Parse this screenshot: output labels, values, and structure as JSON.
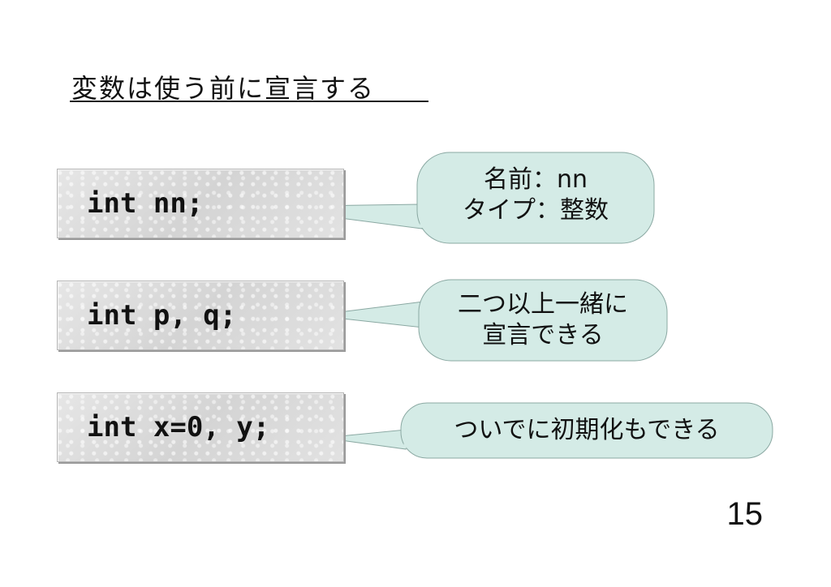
{
  "slide": {
    "title": "変数は使う前に宣言する",
    "page_number": "15"
  },
  "code_lines": [
    "int nn;",
    "int p, q;",
    "int x=0, y;"
  ],
  "callouts": [
    {
      "line1": "名前：nn",
      "line2": "タイプ：整数"
    },
    {
      "line1": "二つ以上一緒に",
      "line2": "宣言できる"
    },
    {
      "line1": "ついでに初期化もできる"
    }
  ],
  "colors": {
    "bubble_fill": "#d4ebe6",
    "bubble_stroke": "#8aa8a2",
    "code_box": "#dcdcdc"
  }
}
